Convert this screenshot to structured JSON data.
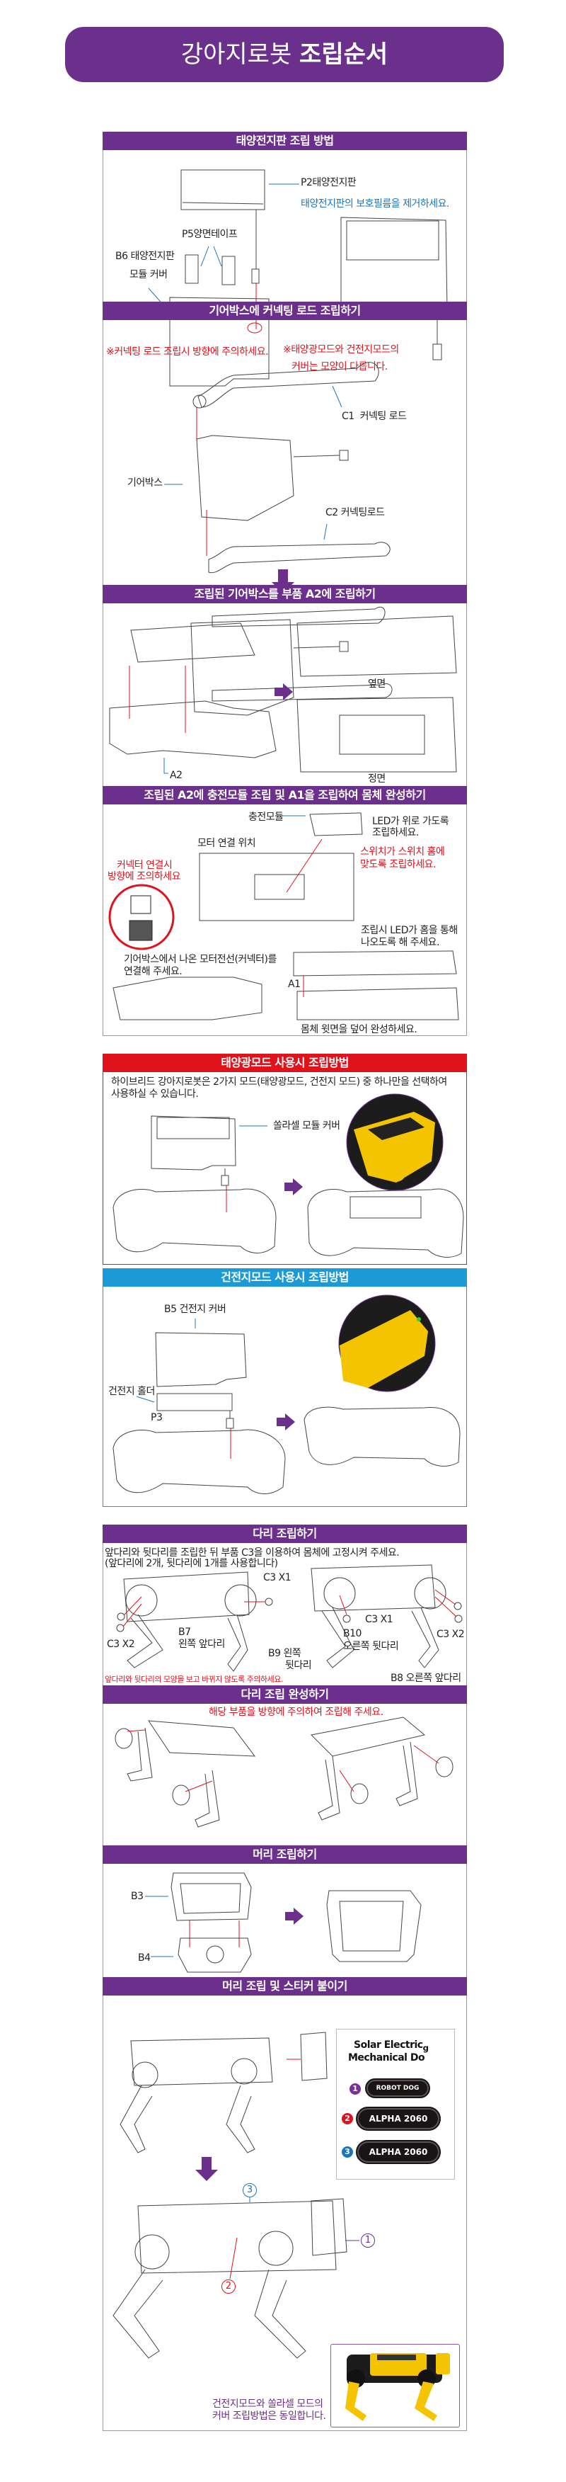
{
  "title": {
    "light": "강아지로봇",
    "bold": "조립순서"
  },
  "colors": {
    "purple": "#6b2f8c",
    "red": "#e0121c",
    "blue": "#1c9ad6",
    "yellow": "#f5c400"
  },
  "s1": {
    "header": "태양전지판 조립 방법",
    "p2": "P2태양전지판",
    "p2_note": "태양전지판의 보호필름을 제거하세요.",
    "p5": "P5양면테이프",
    "b6_line1": "B6 태양전지판",
    "b6_line2": "모듈 커버",
    "note_line1": "※태양광모드와 건전지모드의",
    "note_line2": "커버는 모양이 다릅니다."
  },
  "s2": {
    "header": "기어박스에 커넥팅 로드 조립하기",
    "note": "※커넥팅 로드 조립시 방향에 주의하세요.",
    "c1": "C1  커넥팅 로드",
    "gearbox": "기어박스",
    "c2": "C2 커넥팅로드"
  },
  "s3": {
    "header": "조립된 기어박스를 부품 A2에 조립하기",
    "a2": "A2",
    "side": "옆면",
    "front": "정면"
  },
  "s4": {
    "header": "조립된 A2에 충전모듈 조립 및 A1을 조립하여 몸체 완성하기",
    "charge": "충전모듈",
    "led_line1": "LED가 위로 가도록",
    "led_line2": "조립하세요.",
    "motor": "모터 연결 위치",
    "switch_line1": "스위치가 스위치 홈에",
    "switch_line2": "맞도록 조립하세요.",
    "connector_line1": "커넥터 연결시",
    "connector_line2": "방향에 조의하세요",
    "ledhole_line1": "조립시 LED가 홈을 통해",
    "ledhole_line2": "나오도록 해 주세요.",
    "wire_line1": "기어박스에서 나온 모터전선(커넥터)를",
    "wire_line2": "연결해 주세요.",
    "a1": "A1",
    "finish": "몸체 윗면을 덮어 완성하세요."
  },
  "solar": {
    "header": "태양광모드 사용시 조립방법",
    "desc_line1": "하이브리드 강아지로봇은 2가지 모드(태양광모드, 건전지 모드) 중 하나만을 선택하여",
    "desc_line2": "사용하실 수 있습니다.",
    "cover": "쏠라셀 모듈 커버"
  },
  "battery": {
    "header": "건전지모드 사용시 조립방법",
    "b5": "B5 건전지 커버",
    "holder": "건전지 홀더",
    "p3": "P3"
  },
  "legs": {
    "header": "다리 조립하기",
    "desc_line1": "앞다리와 뒷다리를 조립한 뒤 부품 C3을 이용하여 몸체에 고정시켜 주세요.",
    "desc_line2": "(앞다리에 2개, 뒷다리에 1개를 사용합니다)",
    "c3x1_a": "C3 X1",
    "c3x2_a": "C3 X2",
    "b7_line1": "B7",
    "b7_line2": "왼쪽 앞다리",
    "b9_line1": "B9 왼쪽",
    "b9_line2": "뒷다리",
    "c3x1_b": "C3 X1",
    "b10_line1": "B10",
    "b10_line2": "오른쪽 뒷다리",
    "c3x2_b": "C3 X2",
    "b8": "B8 오른쪽 앞다리",
    "note": "앞다리와 뒷다리의 모양을 보고 바뀌지 않도록 주의하세요."
  },
  "legs_done": {
    "header": "다리 조립 완성하기",
    "note": "해당 부품을 방향에 주의하여 조립해 주세요."
  },
  "head": {
    "header": "머리 조립하기",
    "b3": "B3",
    "b4": "B4"
  },
  "final": {
    "header": "머리 조립 및 스티커 붙이기",
    "sticker_brand_line1": "Solar Electric",
    "sticker_brand_g": "g",
    "sticker_brand_line2": "Mechanical Do",
    "stickers": [
      {
        "num": "1",
        "label": "ROBOT DOG",
        "color": "#7a2f9c"
      },
      {
        "num": "2",
        "label": "ALPHA 2060",
        "color": "#e0121c"
      },
      {
        "num": "3",
        "label": "ALPHA 2060",
        "color": "#1c75bc"
      }
    ],
    "callout_1": "1",
    "callout_2": "2",
    "callout_3": "3",
    "note_line1": "건전지모드와 쏠라셀 모드의",
    "note_line2": "커버 조립방법은 동일합니다."
  }
}
